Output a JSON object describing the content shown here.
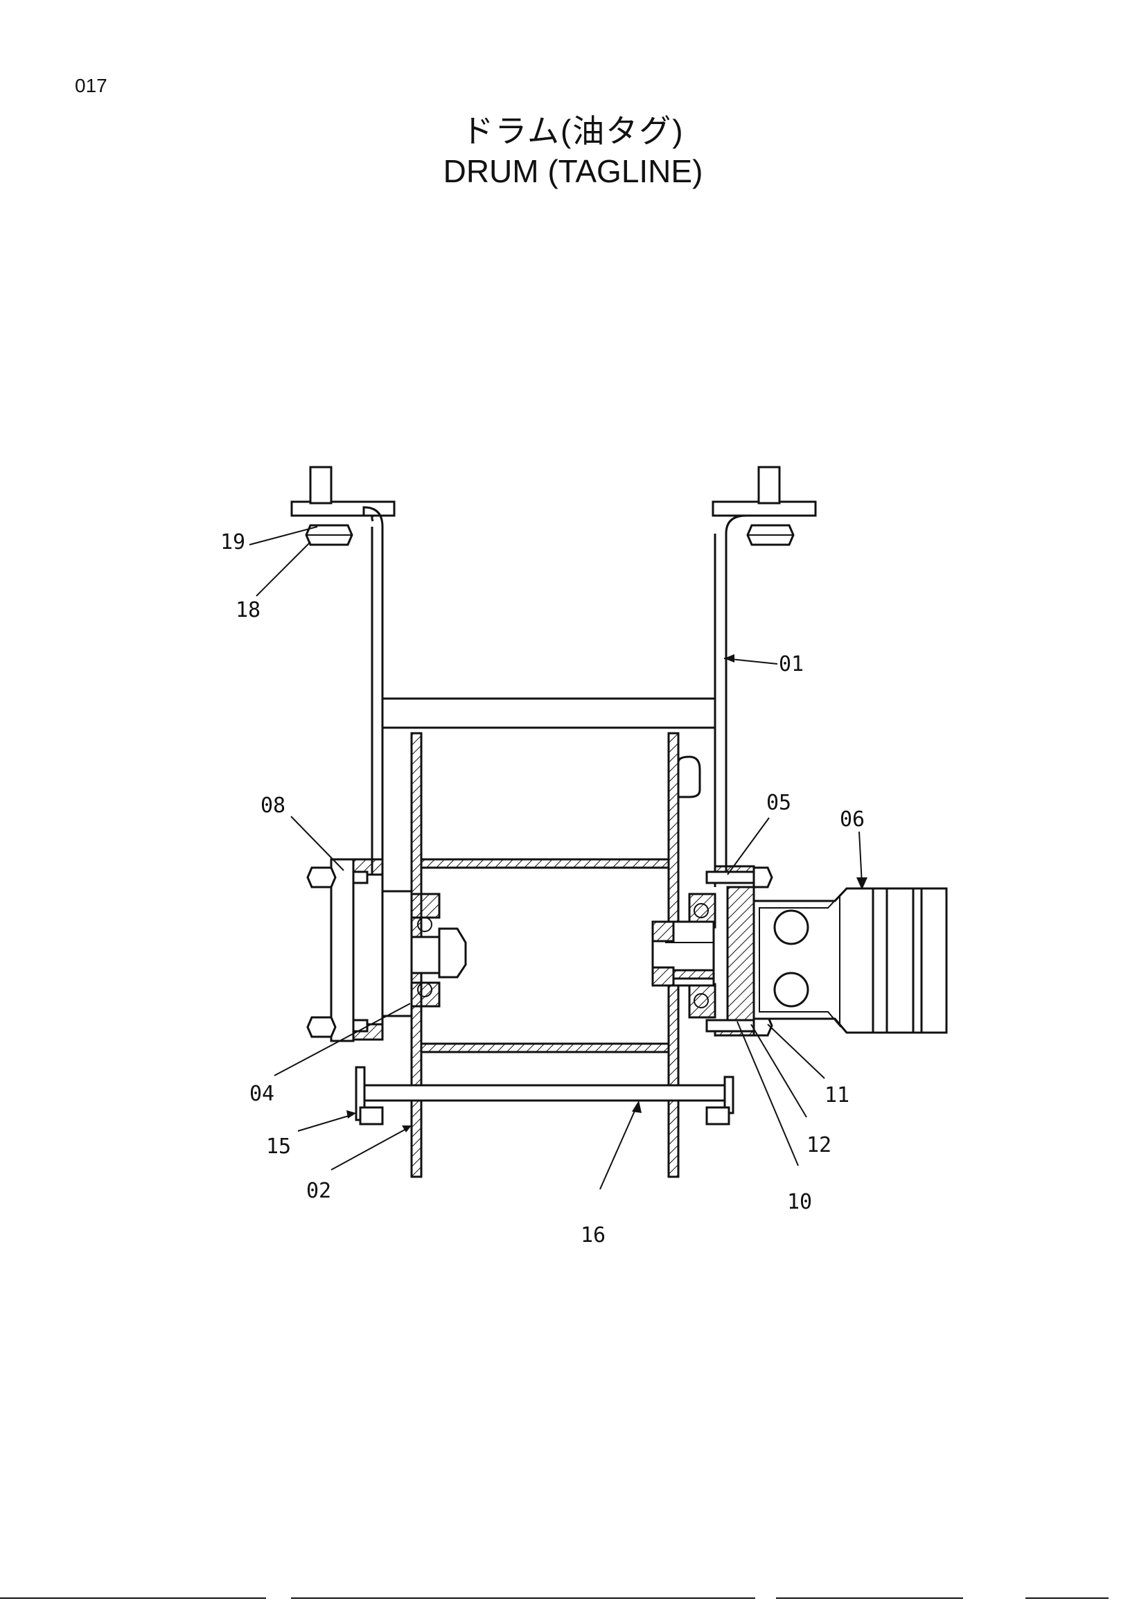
{
  "page_number": "017",
  "title_japanese": "ドラム(油タグ)",
  "title_english": "DRUM (TAGLINE)",
  "callouts": {
    "c01": "01",
    "c02": "02",
    "c04": "04",
    "c05": "05",
    "c06": "06",
    "c08": "08",
    "c10": "10",
    "c11": "11",
    "c12": "12",
    "c15": "15",
    "c16": "16",
    "c18": "18",
    "c19": "19"
  }
}
